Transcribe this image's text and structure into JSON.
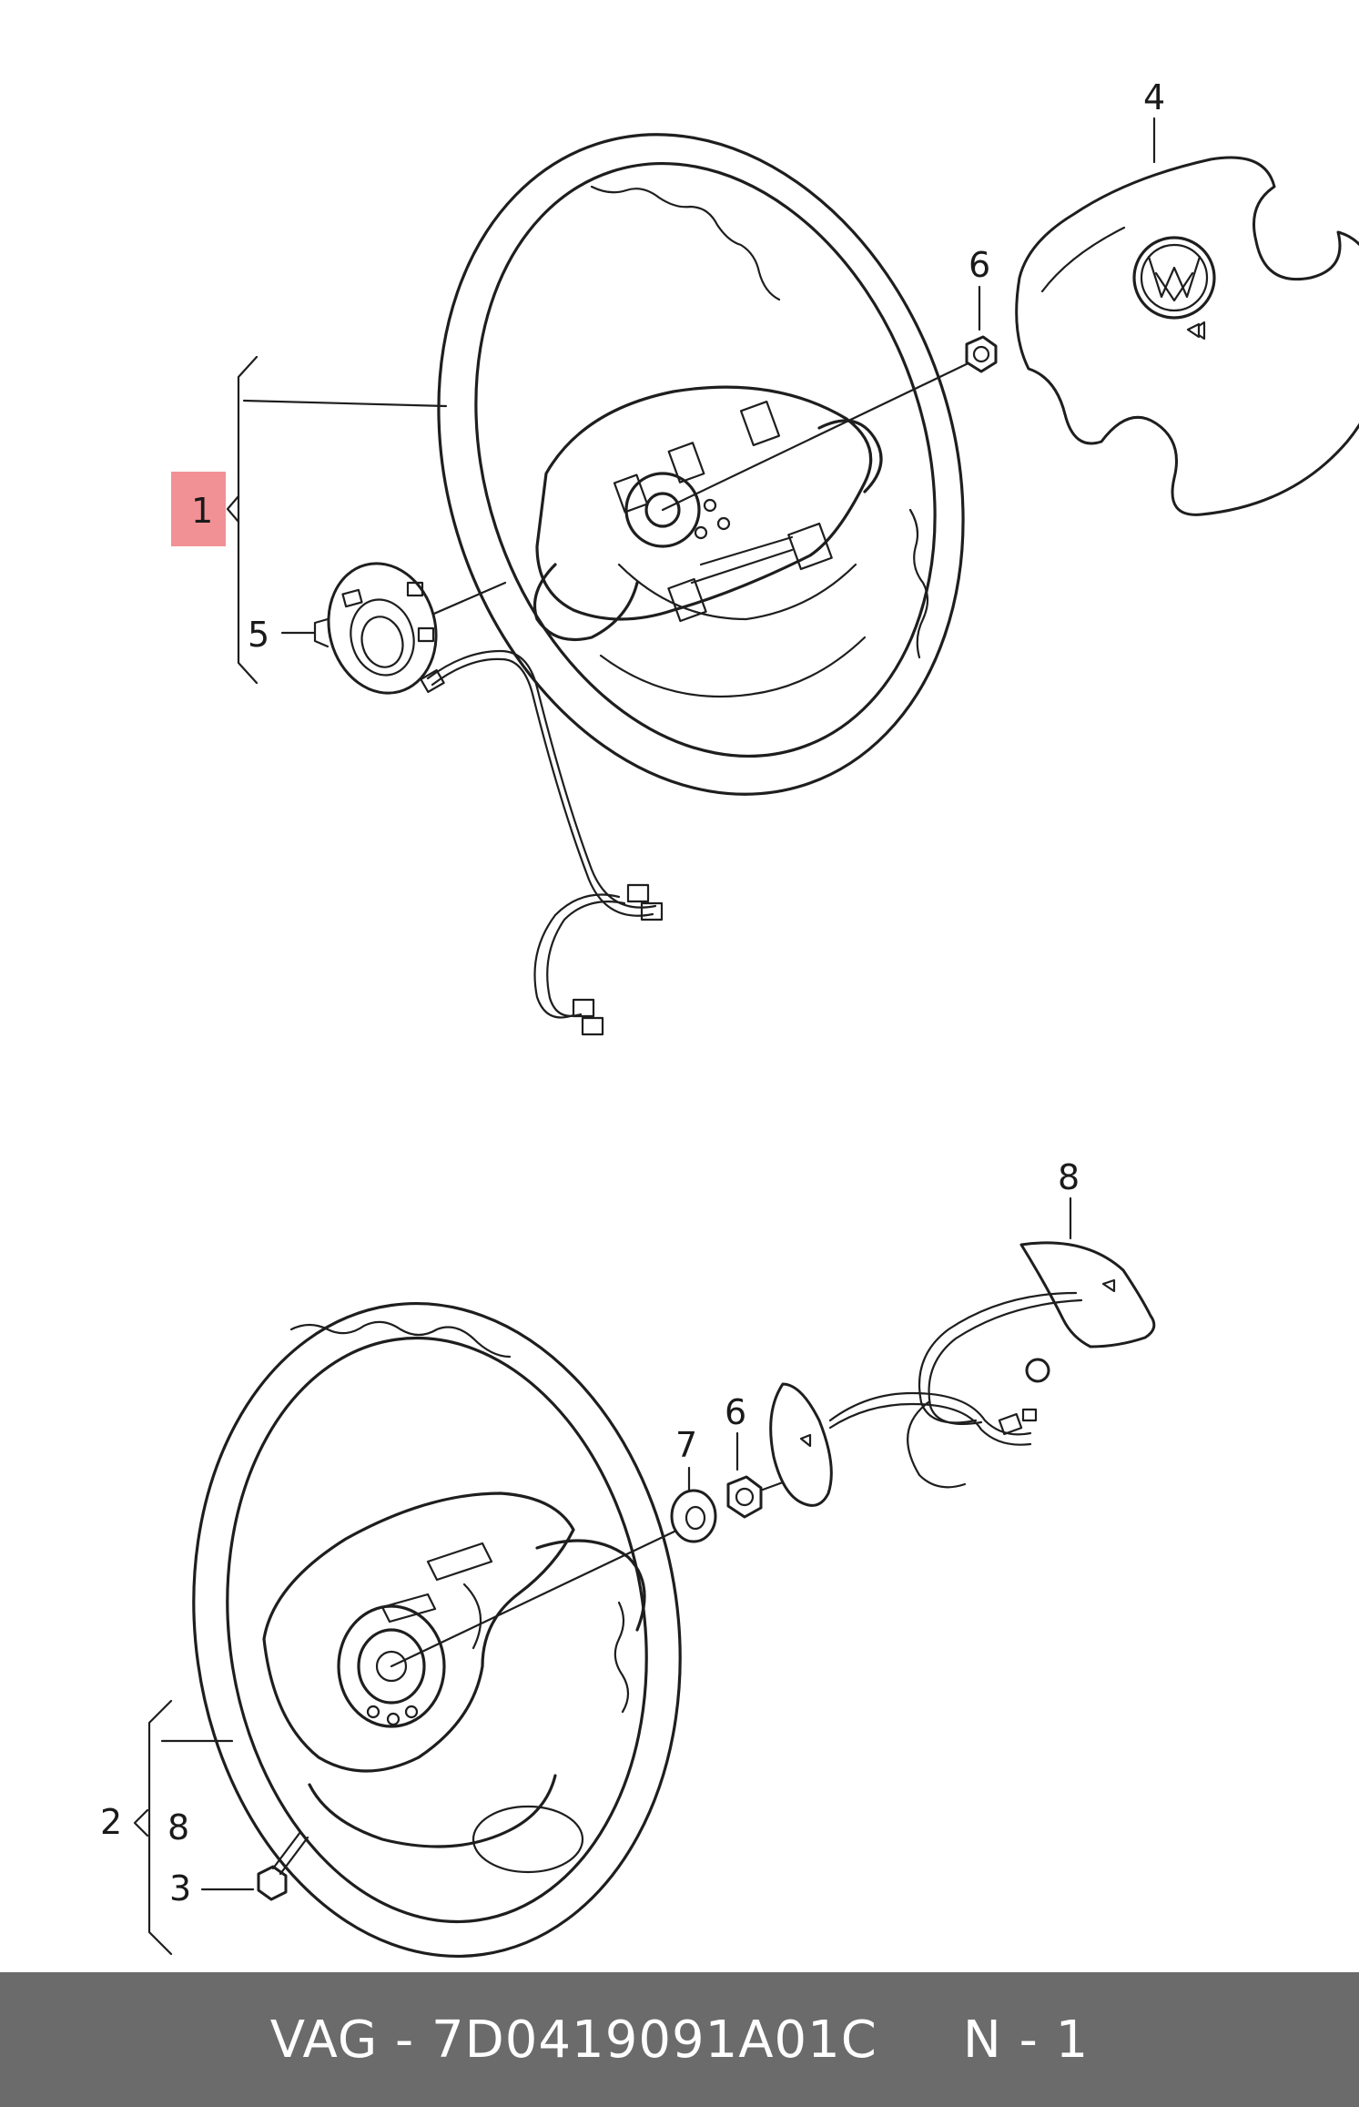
{
  "callouts": {
    "c1": "1",
    "c2": "2",
    "c3": "3",
    "c4": "4",
    "c5": "5",
    "c6a": "6",
    "c6b": "6",
    "c7": "7",
    "c8a": "8",
    "c8b": "8"
  },
  "footer": {
    "text": "VAG - 7D0419091A01C     N - 1"
  },
  "colors": {
    "highlight": "#ef7e82",
    "footer_background": "#6b6b6b",
    "footer_text": "#ffffff",
    "line": "#1e1e1e"
  },
  "icons": {
    "logo": "vw-logo-icon",
    "horn": "horn-symbol-icon"
  }
}
